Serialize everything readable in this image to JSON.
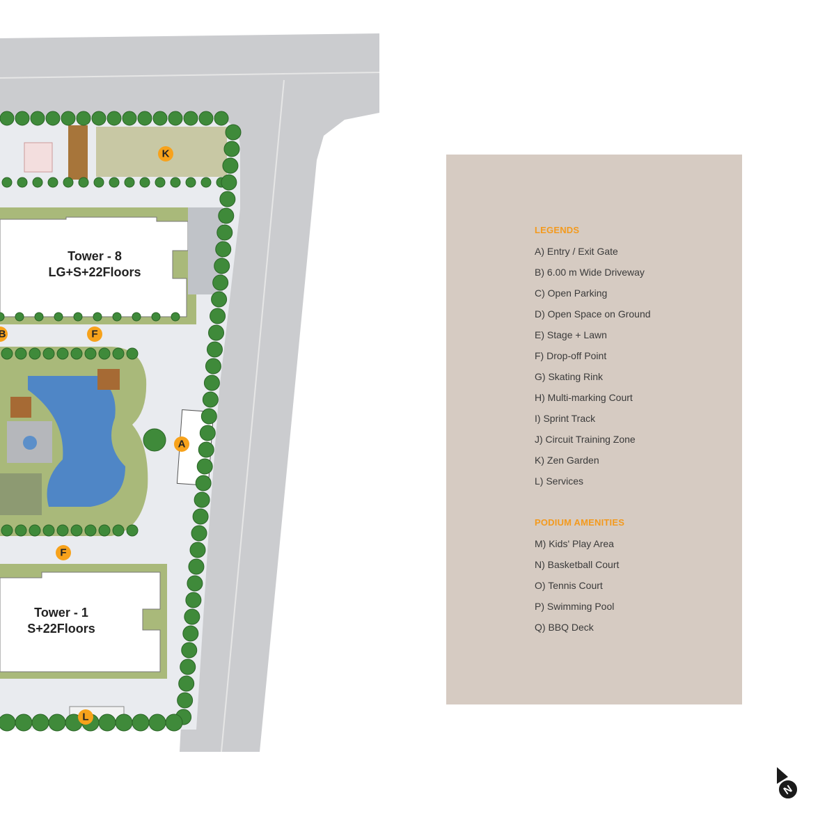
{
  "site_plan": {
    "towers": [
      {
        "name": "Tower - 8",
        "floors": "LG+S+22Floors"
      },
      {
        "name": "Tower - 1",
        "floors": "S+22Floors"
      }
    ],
    "markers": [
      "K",
      "F",
      "A",
      "F",
      "L",
      "B"
    ],
    "marker_color": "#f7a21b"
  },
  "legends": {
    "heading": "LEGENDS",
    "items": [
      "A)  Entry / Exit Gate",
      "B)  6.00 m Wide Driveway",
      "C)  Open Parking",
      "D)  Open Space on Ground",
      "E)  Stage + Lawn",
      "F)  Drop-off Point",
      "G) Skating Rink",
      "H) Multi-marking Court",
      "I)   Sprint Track",
      "J)  Circuit Training Zone",
      "K)  Zen Garden",
      "L)  Services"
    ]
  },
  "podium": {
    "heading": "PODIUM AMENITIES",
    "items": [
      "M) Kids' Play Area",
      "N) Basketball Court",
      "O) Tennis Court",
      "P)  Swimming Pool",
      "Q)  BBQ Deck"
    ]
  },
  "north_icon": "north-arrow-icon",
  "north_label": "N",
  "colors": {
    "heading": "#f39a1e",
    "panel": "#d6cbc2",
    "road": "#c9cacc"
  }
}
